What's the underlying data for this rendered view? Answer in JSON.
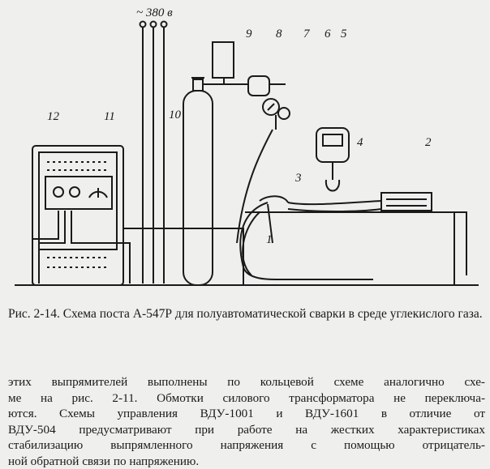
{
  "figure": {
    "voltage_label": "~ 380 в",
    "numbers": [
      "1",
      "2",
      "3",
      "4",
      "5",
      "6",
      "7",
      "8",
      "9",
      "10",
      "11",
      "12"
    ]
  },
  "caption": "Рис. 2-14. Схема поста А-547Р для полуавтоматической сварки в среде углекислого газа.",
  "paragraph": [
    "этих выпрямителей выполнены по кольцевой схеме аналогично схе-",
    "ме на рис. 2-11. Обмотки силового трансформатора не переключа-",
    "ются. Схемы управления ВДУ-1001 и ВДУ-1601 в отличие от",
    "ВДУ-504 предусматривают при работе на жестких характеристиках",
    "стабилизацию выпрямленного напряжения с помощью отрицатель-",
    "ной обратной связи по напряжению."
  ]
}
